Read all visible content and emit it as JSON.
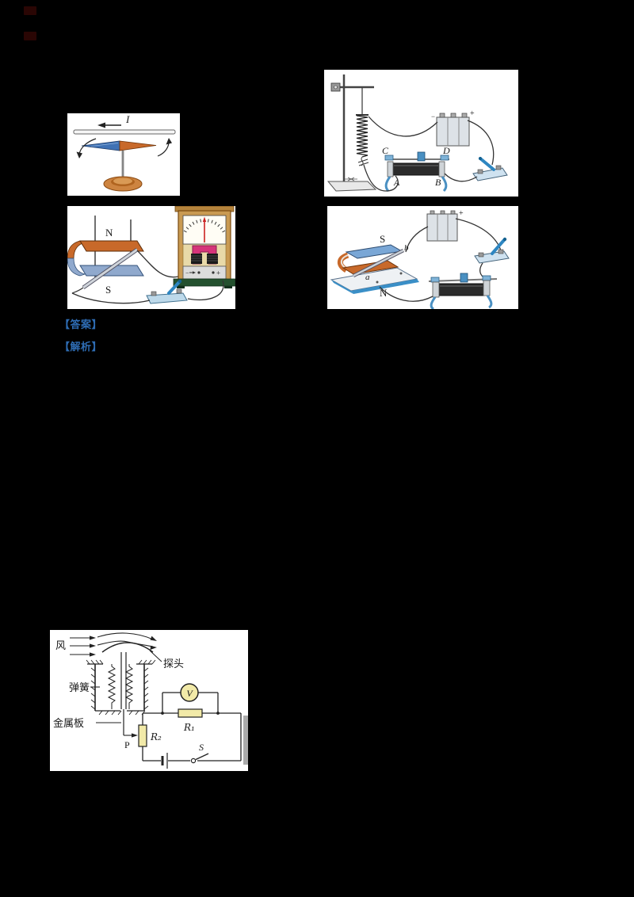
{
  "colors": {
    "tag_blue": "#2e6cb3",
    "red_mark": "#2a0604",
    "magnet_orange": "#c8692a",
    "magnet_blue": "#90a9cd",
    "handle_blue": "#2e86c1",
    "resistor_yellow": "#f2eaa8",
    "galv_wood": "#c99a52",
    "galv_magnet_pink": "#d6347a",
    "galv_base_green": "#24512f"
  },
  "tags": {
    "answer": "【答案】",
    "analysis": "【解析】"
  },
  "fig1": {
    "current_label": "I"
  },
  "fig2": {
    "terminal_minus": "−",
    "terminal_plus": "+",
    "label_c": "C",
    "label_d": "D",
    "label_a": "A",
    "label_b": "B"
  },
  "fig3": {
    "pole_n": "N",
    "pole_s": "S",
    "terminal_minus": "−",
    "terminal_plus": "+"
  },
  "fig4": {
    "pole_s": "S",
    "pole_n": "N",
    "label_a": "a",
    "label_b": "b",
    "terminal_plus": "+"
  },
  "fig5": {
    "wind": "风",
    "probe": "探头",
    "spring": "弹簧",
    "metal_plate": "金属板",
    "voltmeter": "V",
    "resistor_r1": "R₁",
    "resistor_r2": "R₂",
    "slider_p": "P",
    "switch_s": "S"
  }
}
